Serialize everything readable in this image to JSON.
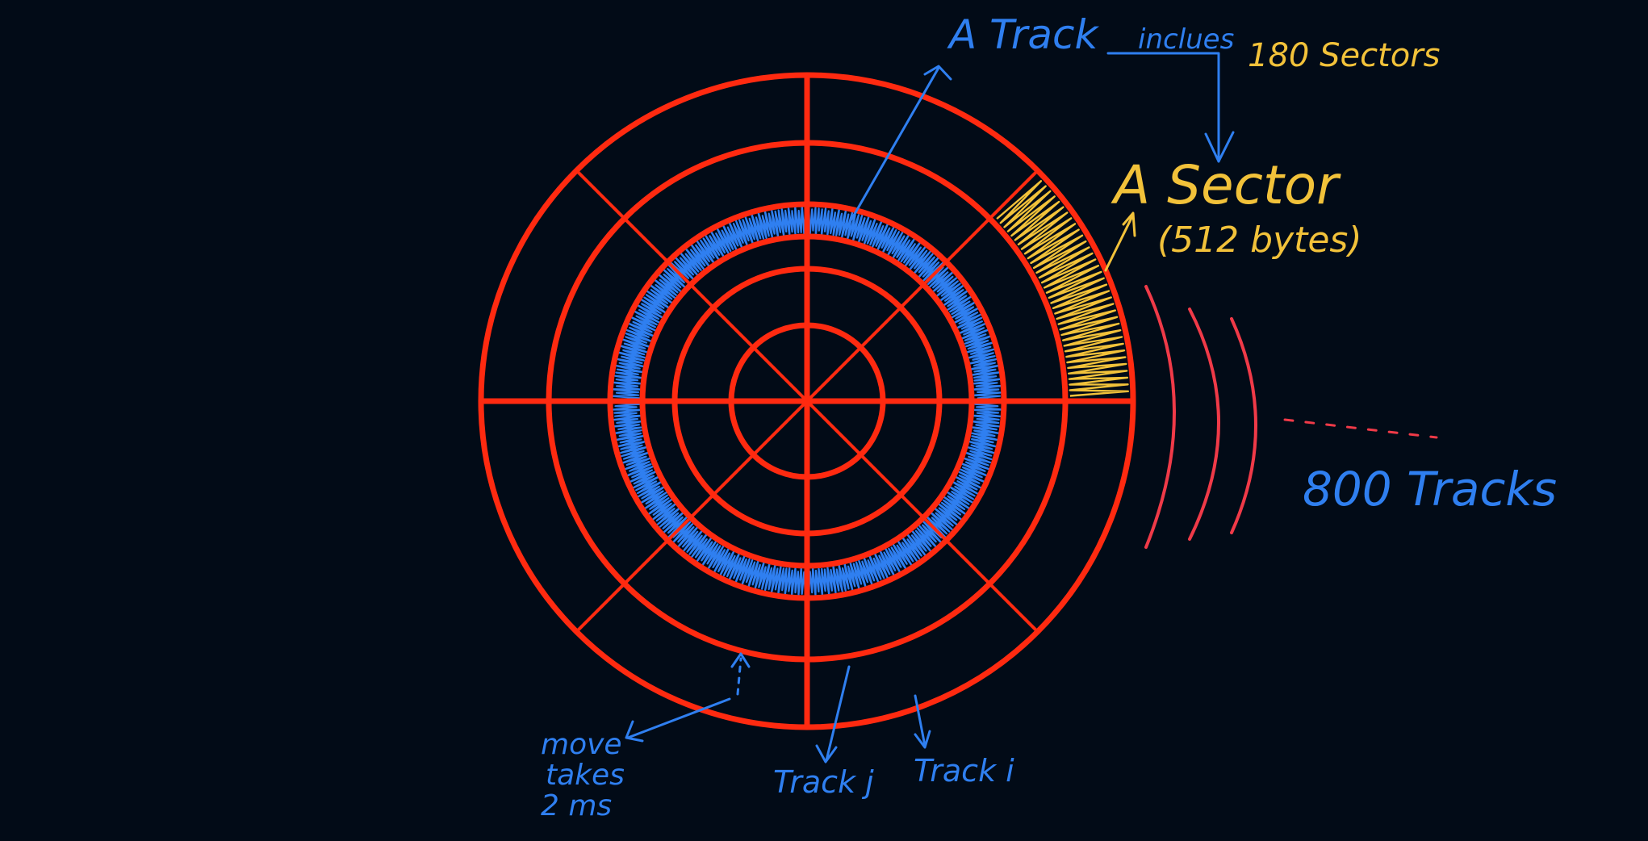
{
  "colors": {
    "background": "#020b17",
    "disk": "#ff2a10",
    "track_highlight": "#2f7ff0",
    "sector_highlight": "#f2c23a",
    "more_tracks_arcs": "#f03a48",
    "label_blue": "#2f7ff0",
    "label_yellow": "#f2c23a"
  },
  "labels": {
    "a_track": "A Track",
    "includes": "inclues",
    "sector_count": "180 Sectors",
    "a_sector": "A Sector",
    "sector_size": "(512 bytes)",
    "track_count": "800 Tracks",
    "move_line1": "move",
    "move_line2": "takes",
    "move_line3": "2 ms",
    "track_j": "Track j",
    "track_i": "Track i"
  },
  "disk": {
    "ring_count": 6,
    "radial_line_count": 8,
    "highlighted_track_ring_index": 3,
    "highlighted_sector_index": 1
  }
}
